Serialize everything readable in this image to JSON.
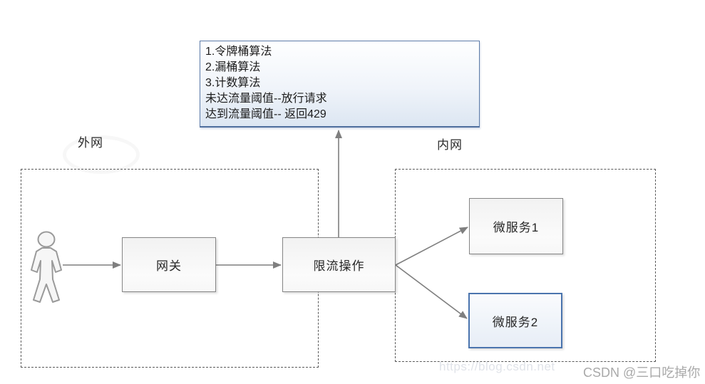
{
  "note": {
    "lines": [
      "1.令牌桶算法",
      "2.漏桶算法",
      "3.计数算法",
      "未达流量阈值--放行请求",
      "达到流量阈值-- 返回429"
    ]
  },
  "zones": {
    "external": {
      "label": "外网"
    },
    "internal": {
      "label": "内网"
    }
  },
  "nodes": {
    "gateway": {
      "label": "网关"
    },
    "rate_limiter": {
      "label": "限流操作"
    },
    "microservice1": {
      "label": "微服务1"
    },
    "microservice2": {
      "label": "微服务2"
    }
  },
  "watermark": {
    "url": "https://blog.csdn.net",
    "credit": "CSDN @三口吃掉你"
  },
  "colors": {
    "note_border": "#5d7ca9",
    "blue_node_border": "#4a74ae",
    "gray_node_border": "#858585",
    "arrow": "#7f7f7f",
    "dashed_zone": "#5a5a5a"
  }
}
